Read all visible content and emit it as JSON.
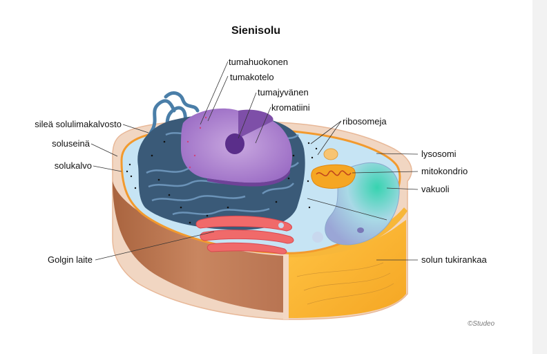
{
  "title": "Sienisolu",
  "credit": "©Studeo",
  "labels": {
    "tumahuokonen": "tumahuokonen",
    "tumakotelo": "tumakotelo",
    "tumajyvanen": "tumajyvänen",
    "kromatiini": "kromatiini",
    "ribosomeja": "ribosomeja",
    "sileaSolulimakalvosto": "sileä solulimakalvosto",
    "soluseina": "soluseinä",
    "solukalvo": "solukalvo",
    "lysosomi": "lysosomi",
    "mitokondrio": "mitokondrio",
    "vakuoli": "vakuoli",
    "golginLaite": "Golgin laite",
    "solunTukirankaa": "solun tukirankaa"
  }
}
